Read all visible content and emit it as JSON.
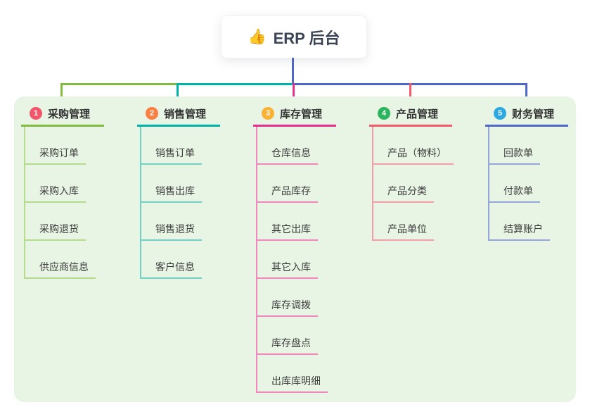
{
  "root": {
    "icon": "👍",
    "label": "ERP 后台"
  },
  "colors": {
    "page_background": "#ffffff",
    "canvas_background": "#e8f4e4",
    "root_text": "#3a4454",
    "branch_title_text": "#333333",
    "child_text": "#3c3c3c",
    "root_connector": "#4e66c6",
    "bus_segments": [
      "#82bb41",
      "#00b3a6",
      "#4e66c6"
    ]
  },
  "branches": [
    {
      "num": "1",
      "label": "采购管理",
      "badge_color": "#f2566b",
      "line_color": "#82bb41",
      "child_line_color": "#b5db8d",
      "children": [
        "采购订单",
        "采购入库",
        "采购退货",
        "供应商信息"
      ]
    },
    {
      "num": "2",
      "label": "销售管理",
      "badge_color": "#f97f43",
      "line_color": "#00b3a6",
      "child_line_color": "#72d1c5",
      "children": [
        "销售订单",
        "销售出库",
        "销售退货",
        "客户信息"
      ]
    },
    {
      "num": "3",
      "label": "库存管理",
      "badge_color": "#f9b233",
      "line_color": "#e5308f",
      "child_line_color": "#f287bd",
      "children": [
        "仓库信息",
        "产品库存",
        "其它出库",
        "其它入库",
        "库存调拨",
        "库存盘点",
        "出库库明细"
      ]
    },
    {
      "num": "4",
      "label": "产品管理",
      "badge_color": "#2db55d",
      "line_color": "#f4596b",
      "child_line_color": "#f79da8",
      "children": [
        "产品（物料）",
        "产品分类",
        "产品单位"
      ]
    },
    {
      "num": "5",
      "label": "财务管理",
      "badge_color": "#2ba9e0",
      "line_color": "#4e66c6",
      "child_line_color": "#96a6db",
      "children": [
        "回款单",
        "付款单",
        "结算账户"
      ]
    }
  ]
}
